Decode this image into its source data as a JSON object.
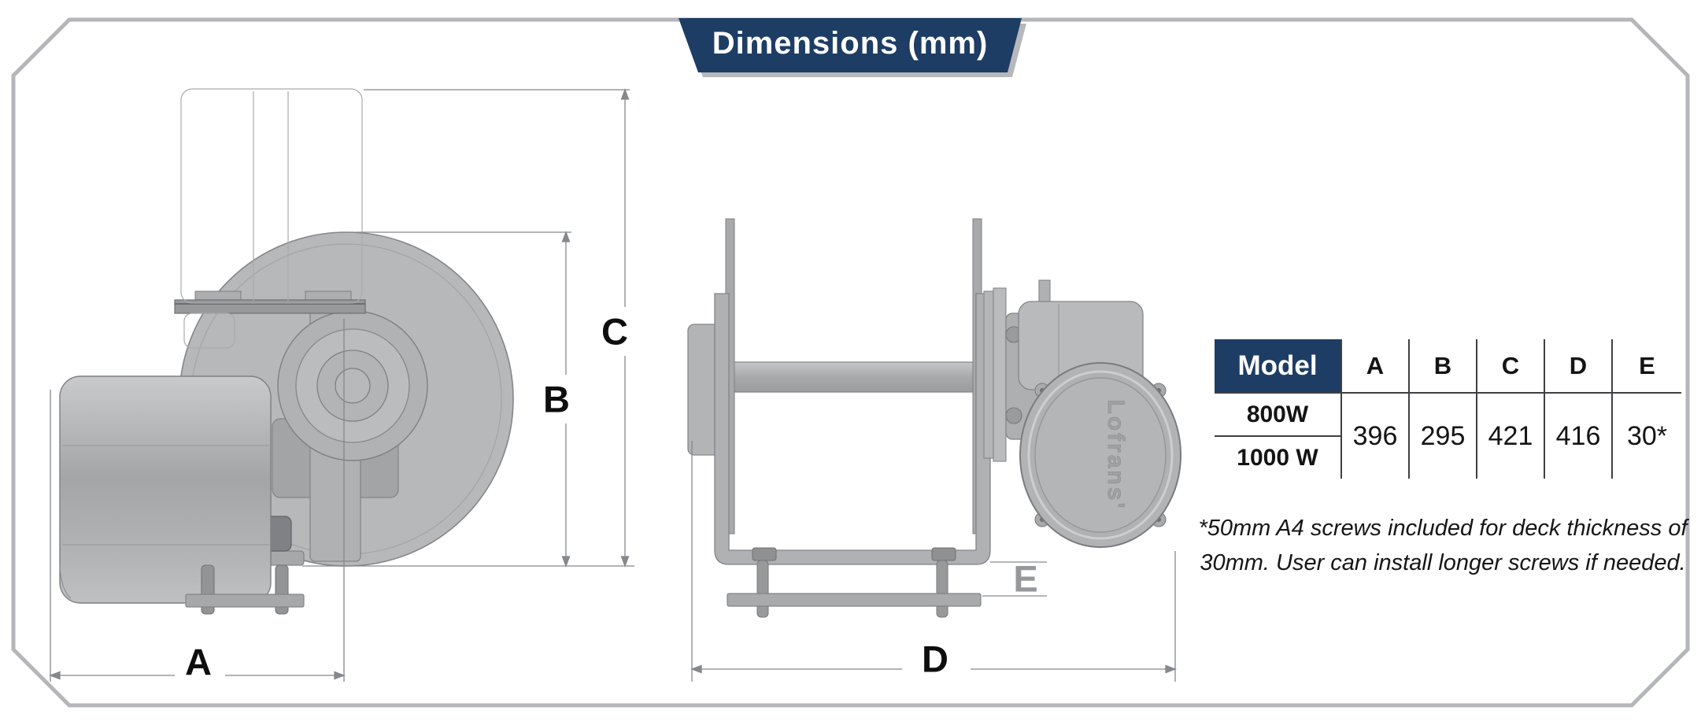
{
  "banner": {
    "title": "Dimensions (mm)"
  },
  "views": {
    "side_view": {
      "dim_labels": {
        "a": "A",
        "b": "B",
        "c": "C"
      }
    },
    "front_view": {
      "dim_labels": {
        "d": "D",
        "e": "E"
      },
      "brand": "Lofrans'"
    }
  },
  "table": {
    "header": {
      "model": "Model",
      "cols": [
        "A",
        "B",
        "C",
        "D",
        "E"
      ]
    },
    "rows": [
      {
        "model": "800W"
      },
      {
        "model": "1000 W"
      }
    ],
    "values": [
      "396",
      "295",
      "421",
      "416",
      "30*"
    ]
  },
  "footnote": {
    "line1": "*50mm A4 screws included for deck thickness of",
    "line2": "30mm. User can install longer screws if needed."
  },
  "colors": {
    "navy": "#1e3d64",
    "page_border": "#b4b6ba",
    "drawing_gray": "#b4b5b7",
    "dim_line": "#85888c",
    "gray_label": "#97989b"
  }
}
